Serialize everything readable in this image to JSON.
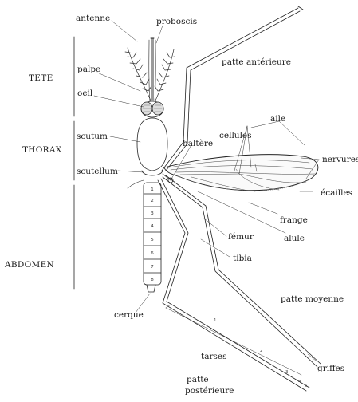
{
  "labels": {
    "antenne": "antenne",
    "proboscis": "proboscis",
    "palpe": "palpe",
    "oeil": "oeil",
    "patte_anterieure": "patte antérieure",
    "scutum": "scutum",
    "scutellum": "scutellum",
    "haltere": "haltère",
    "cellules": "cellules",
    "aile": "aile",
    "nervures": "nervures",
    "ecailles": "écailles",
    "frange": "frange",
    "alule": "alule",
    "femur": "fémur",
    "tibia": "tibia",
    "patte_moyenne": "patte moyenne",
    "cerque": "cerque",
    "tarses": "tarses",
    "griffes": "griffes",
    "patte_posterieure_1": "patte",
    "patte_posterieure_2": "postérieure"
  },
  "sections": {
    "tete": "TETE",
    "thorax": "THORAX",
    "abdomen": "ABDOMEN"
  },
  "abdomen_segments": [
    "1",
    "2",
    "3",
    "4",
    "5",
    "6",
    "7",
    "8"
  ],
  "tarsus_numbers": [
    "1",
    "2",
    "3",
    "4",
    "5"
  ]
}
